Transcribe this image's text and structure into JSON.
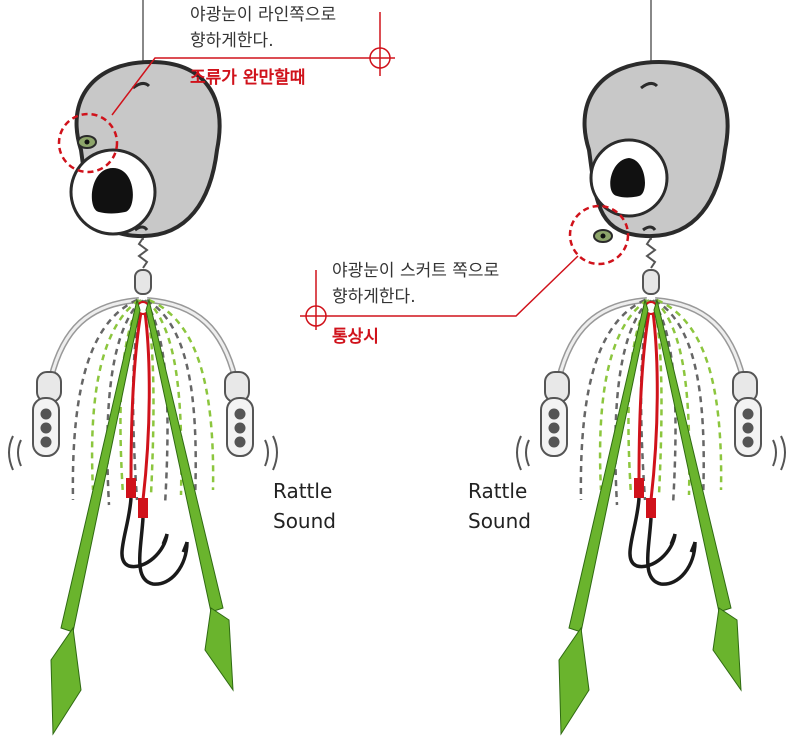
{
  "callouts": {
    "left": {
      "line1": "야광눈이 라인쪽으로",
      "line2": "향하게한다.",
      "condition": "조류가 완만할때"
    },
    "right": {
      "line1": "야광눈이 스커트 쪽으로",
      "line2": "향하게한다.",
      "condition": "통상시"
    }
  },
  "sound_labels": {
    "left": {
      "line1": "Rattle",
      "line2": "Sound"
    },
    "right": {
      "line1": "Rattle",
      "line2": "Sound"
    }
  },
  "colors": {
    "accent_red": "#d0121b",
    "skirt_green": "#6ab42d",
    "head_gray": "#c8c8c8",
    "outline": "#2b2b2b"
  }
}
